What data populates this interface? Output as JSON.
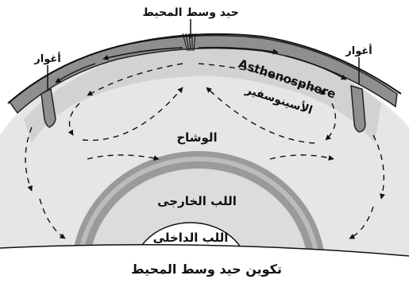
{
  "diagram": {
    "labels": {
      "ridge": "حيد وسط المحيط",
      "trench_left": "أغوار",
      "trench_right": "أغوار",
      "asthenosphere_en": "Asthenosphere",
      "asthenosphere_ar": "الأسينوسفير",
      "mantle": "الوشاح",
      "outer_core": "اللب الخارجى",
      "inner_core": "اللب الداخلى",
      "caption": "تكوين حيد وسط المحيط"
    },
    "colors": {
      "crust": "#8f8f8f",
      "asthenosphere": "#cfcfcf",
      "mantle": "#e6e6e6",
      "outer_core_band": "#9a9a9a",
      "outer_core": "#dcdcdc",
      "inner_core": "#ffffff",
      "ink": "#111111"
    }
  }
}
